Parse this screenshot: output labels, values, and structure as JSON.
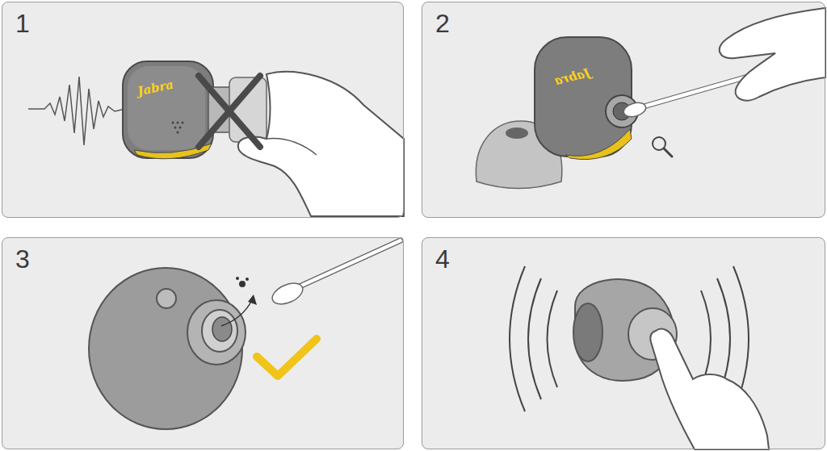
{
  "diagram": {
    "nodes": [
      {
        "text": [
          "1"
        ]
      },
      {
        "text": [
          "2"
        ]
      },
      {
        "text": [
          "3"
        ]
      },
      {
        "text": [
          "4"
        ]
      }
    ],
    "labels": [
      "Jabra",
      "Jabra"
    ]
  }
}
